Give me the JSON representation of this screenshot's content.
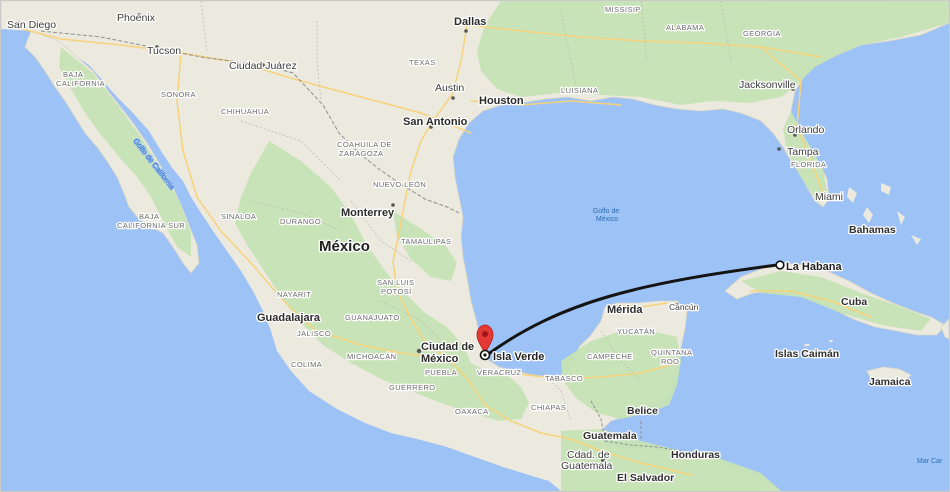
{
  "map": {
    "colors": {
      "water": "#9dc2f6",
      "land": "#eceade",
      "green": "#c7e3b5",
      "border": "#a5a5a5",
      "road": "#f7d27a",
      "route": "#141414",
      "marker": "#e53935"
    },
    "route": {
      "origin": "Isla Verde",
      "destination": "La Habana"
    },
    "labels": {
      "san_diego": "San Diego",
      "phoenix": "Phoenix",
      "tucson": "Tucson",
      "dallas": "Dallas",
      "missisip": "MISSISIP",
      "alabama": "ALABAMA",
      "georgia": "GEORGIA",
      "baja_california": "BAJA\nCALIFORNIA",
      "sonora": "SONORA",
      "ciudad_juarez": "Ciudad Juárez",
      "texas": "TEXAS",
      "austin": "Austin",
      "houston": "Houston",
      "luisiana": "LUISIANA",
      "jacksonville": "Jacksonville",
      "chihuahua": "CHIHUAHUA",
      "san_antonio": "San Antonio",
      "orlando": "Orlando",
      "tampa": "Tampa",
      "florida": "FLORIDA",
      "golfo_california": "Golfo de California",
      "coahuila": "COAHUILA DE\nZARAGOZA",
      "nuevo_leon": "NUEVO LEÓN",
      "monterrey": "Monterrey",
      "golfo_mexico": "Golfo de\nMéxico",
      "miami": "Miami",
      "baja_california_sur": "BAJA\nCALIFORNIA SUR",
      "sinaloa": "SINALOA",
      "durango": "DURANGO",
      "mexico": "México",
      "tamaulipas": "TAMAULIPAS",
      "bahamas": "Bahamas",
      "la_habana": "La Habana",
      "nayarit": "NAYARIT",
      "san_luis_potosi": "SAN LUIS\nPOTOSÍ",
      "cuba": "Cuba",
      "merida": "Mérida",
      "cancun": "Cancún",
      "guadalajara": "Guadalajara",
      "guanajuato": "GUANAJUATO",
      "jalisco": "JALISCO",
      "yucatan": "YUCATÁN",
      "ciudad_de_mexico": "Ciudad de\nMéxico",
      "isla_verde": "Isla Verde",
      "michoacan": "MICHOACÁN",
      "colima": "COLIMA",
      "puebla": "PUEBLA",
      "veracruz": "VERACRUZ",
      "campeche": "CAMPECHE",
      "quintana_roo": "QUINTANA\nROO",
      "islas_caiman": "Islas Caimán",
      "tabasco": "TABASCO",
      "guerrero": "GUERRERO",
      "jamaica": "Jamaica",
      "chiapas": "CHIAPAS",
      "oaxaca": "OAXACA",
      "belice": "Belice",
      "guatemala": "Guatemala",
      "honduras": "Honduras",
      "cdad_guatemala": "Cdad. de\nGuatemala",
      "el_salvador": "El Salvador",
      "mar_caribe": "Mar Car"
    }
  }
}
